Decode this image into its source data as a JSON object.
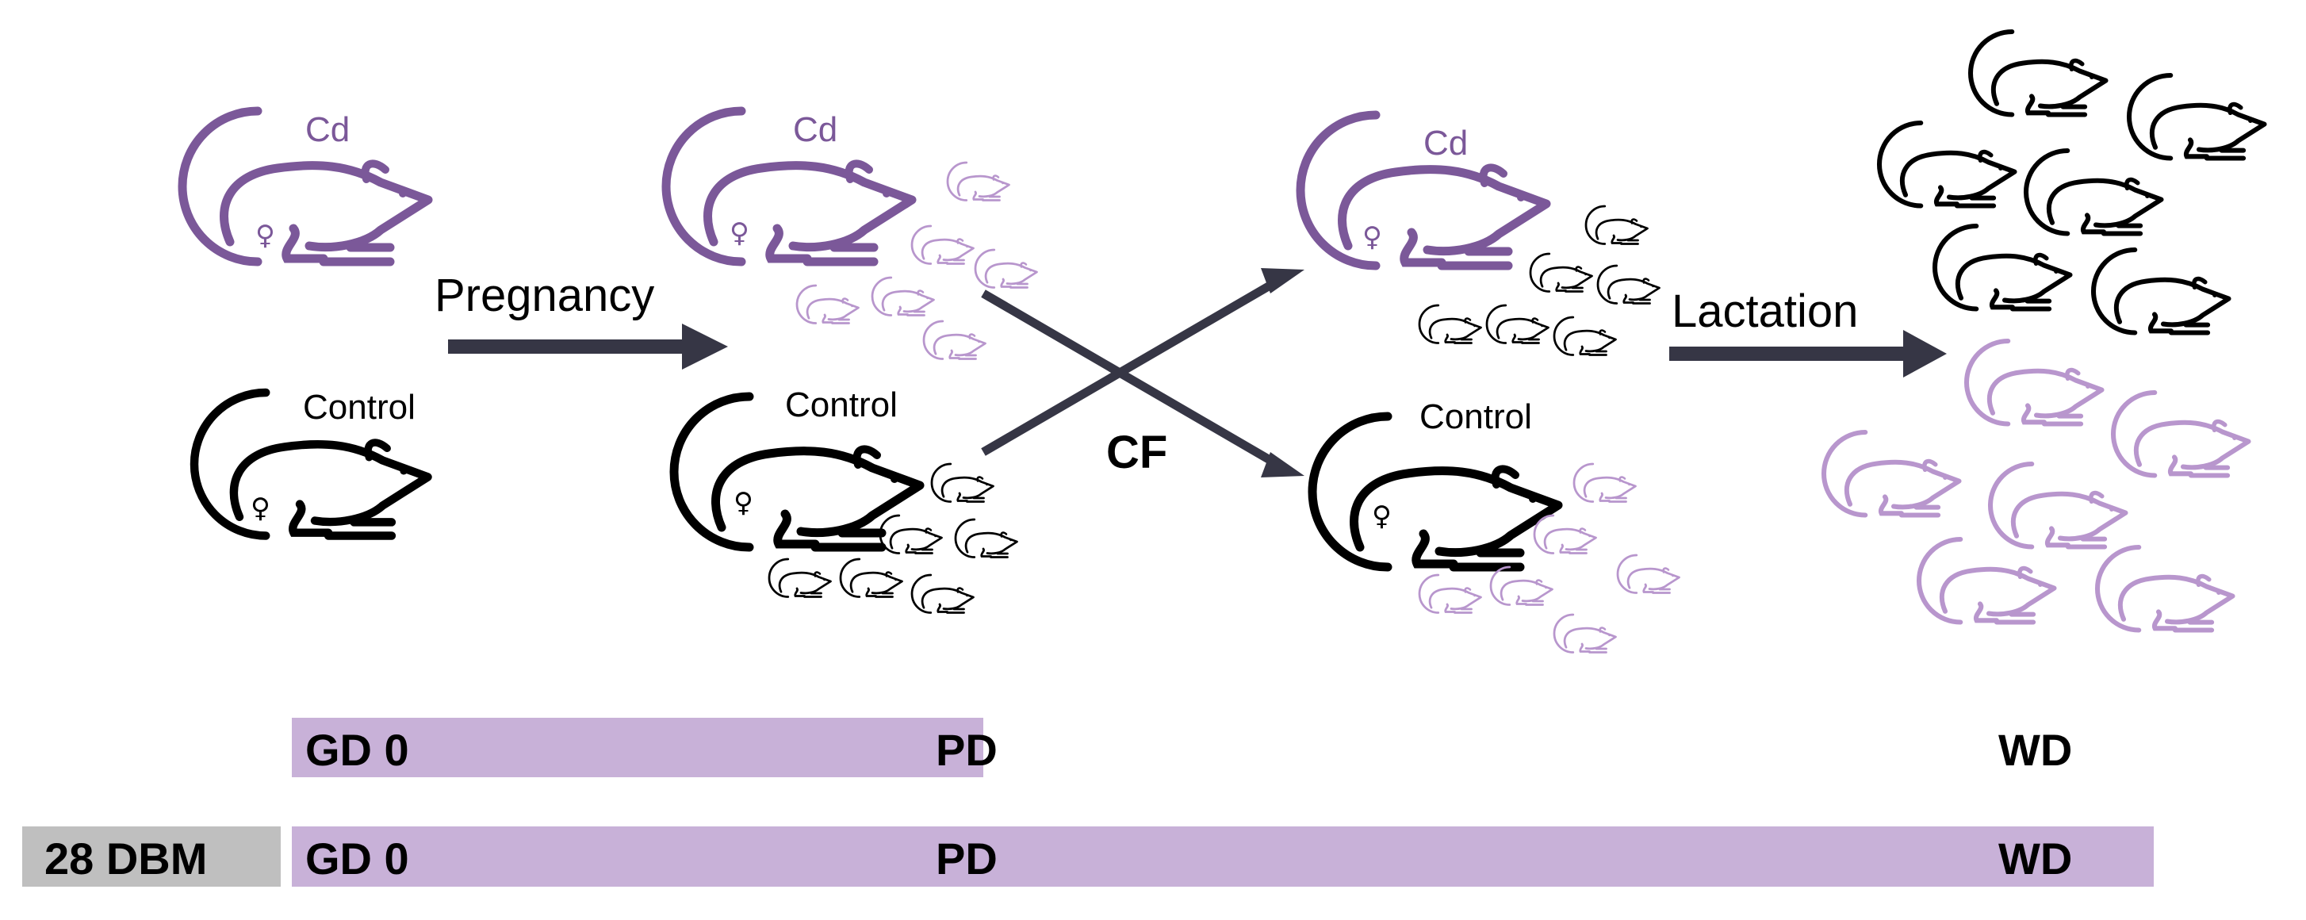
{
  "colors": {
    "cd": "#7b5899",
    "pup_light": "#b896cd",
    "control": "#000000",
    "arrow": "#363645",
    "bar": "#c8b1d8",
    "dbm_box": "#bfbfbf"
  },
  "icons": {
    "rat": "rat-icon",
    "pup": "pup-rat-icon",
    "female": "female-symbol-icon"
  },
  "groups": {
    "cd_label": "Cd",
    "control_label": "Control",
    "female_symbol": "♀"
  },
  "stages": {
    "pregnancy": "Pregnancy",
    "cross_fostering": "CF",
    "lactation": "Lactation"
  },
  "timelines": {
    "row1": {
      "start": "GD 0",
      "mid": "PD",
      "end": "WD"
    },
    "row2": {
      "prefix": "28 DBM",
      "start": "GD 0",
      "mid": "PD",
      "end": "WD"
    }
  }
}
